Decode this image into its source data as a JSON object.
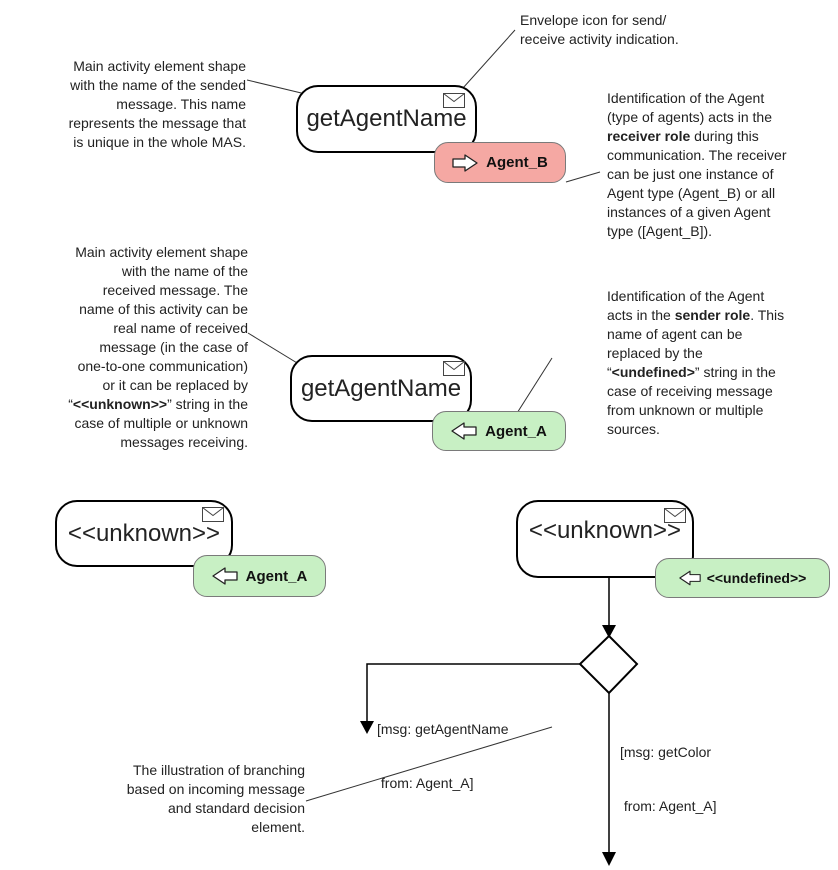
{
  "notes": {
    "envelope": [
      "Envelope icon for send/",
      "receive activity indication."
    ],
    "send_activity": [
      "Main activity element shape",
      "with the name of the sended",
      "message. This name",
      "represents the message that",
      "is unique in the whole MAS."
    ],
    "receiver_role": {
      "line1": "Identification of the Agent",
      "line2": "(type of agents) acts in the",
      "line3_bold": "receiver role",
      "line3_rest": " during this",
      "line4": "communication. The receiver",
      "line5": "can be just one instance of",
      "line6": "Agent type (Agent_B) or all",
      "line7": "instances of a given Agent",
      "line8": "type ([Agent_B])."
    },
    "receive_activity": {
      "line1": "Main activity element shape",
      "line2": "with the name of the",
      "line3": "received message. The",
      "line4": "name of this activity can be",
      "line5": "real name of received",
      "line6": "message (in the case of",
      "line7": "one-to-one communication)",
      "line8": "or it can be replaced by",
      "line9_q1": "“",
      "line9_bold": "<<unknown>>",
      "line9_rest": "” string in the",
      "line10": "case of multiple or unknown",
      "line11": "messages receiving."
    },
    "sender_role": {
      "line1": "Identification of the Agent",
      "line2_pre": "acts in the ",
      "line2_bold": "sender role",
      "line2_post": ". This",
      "line3": "name of agent can be",
      "line4": "replaced by the",
      "line5_q1": "“",
      "line5_bold": "<undefined>",
      "line5_rest": "” string in the",
      "line6": "case of receiving message",
      "line7": "from unknown or multiple",
      "line8": "sources."
    },
    "branching": [
      "The illustration of branching",
      "based on incoming message",
      "and standard decision",
      "element."
    ]
  },
  "activities": {
    "send": {
      "label": "getAgentName"
    },
    "receive": {
      "label": "getAgentName"
    },
    "unknown1": {
      "label": "<<unknown>>"
    },
    "unknown2": {
      "label": "<<unknown>>"
    }
  },
  "agents": {
    "receiver": {
      "label": "Agent_B",
      "direction": "out",
      "color": "#f5a8a3"
    },
    "sender": {
      "label": "Agent_A",
      "direction": "in",
      "color": "#c8f0c4"
    },
    "sender2": {
      "label": "Agent_A",
      "direction": "in",
      "color": "#c8f0c4"
    },
    "undefined": {
      "label": "<<undefined>>",
      "direction": "in",
      "color": "#c8f0c4"
    }
  },
  "guards": {
    "left": [
      "[msg: getAgentName",
      " from: Agent_A]"
    ],
    "right": [
      "[msg: getColor",
      " from: Agent_A]"
    ]
  }
}
